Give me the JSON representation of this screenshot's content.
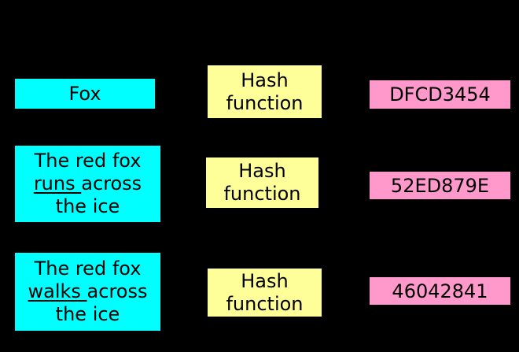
{
  "colors": {
    "background": "#000000",
    "input_box": "#00FFFF",
    "hash_box": "#FFFF99",
    "digest_box": "#FF99CC",
    "text": "#000000"
  },
  "rows": [
    {
      "input": {
        "line1": "Fox"
      },
      "hash": {
        "label": "Hash\nfunction"
      },
      "digest": {
        "value": "DFCD3454"
      }
    },
    {
      "input": {
        "line1": "The red fox",
        "line2_underlined": "runs ",
        "line2_rest": "across",
        "line3": "the ice"
      },
      "hash": {
        "label": "Hash\nfunction"
      },
      "digest": {
        "value": "52ED879E"
      }
    },
    {
      "input": {
        "line1": "The red fox",
        "line2_underlined": "walks ",
        "line2_rest": "across",
        "line3": "the ice"
      },
      "hash": {
        "label": "Hash\nfunction"
      },
      "digest": {
        "value": "46042841"
      }
    }
  ]
}
